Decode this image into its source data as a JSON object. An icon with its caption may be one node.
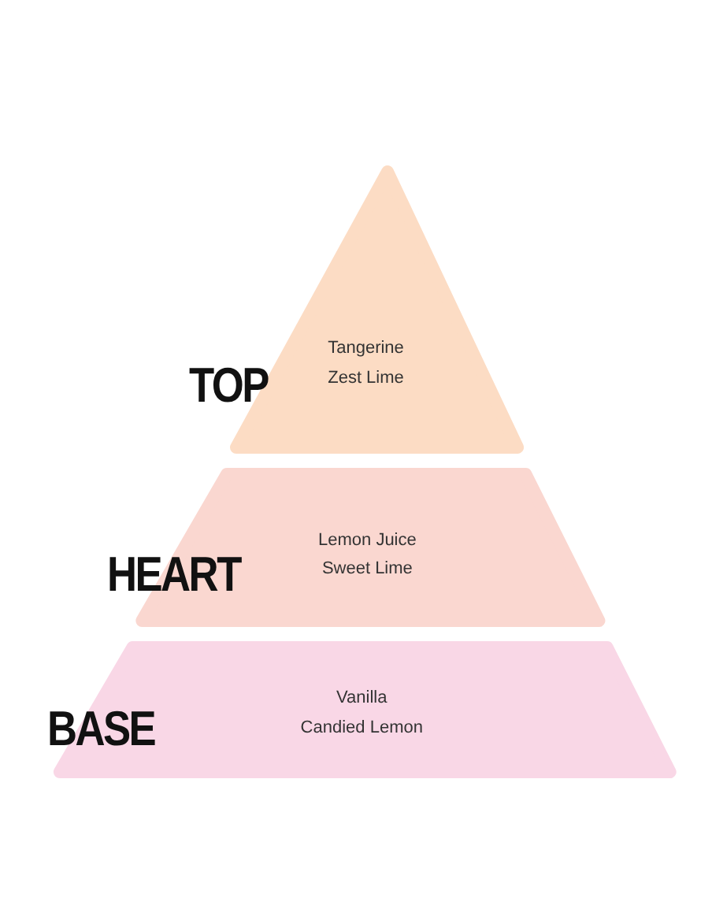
{
  "diagram": {
    "nodes": [
      {
        "text": [
          "TOP",
          "Tangerine",
          "Zest Lime"
        ]
      },
      {
        "text": [
          "HEART",
          "Lemon Juice",
          "Sweet Lime"
        ]
      },
      {
        "text": [
          "BASE",
          "Vanilla",
          "Candied Lemon"
        ]
      }
    ]
  }
}
